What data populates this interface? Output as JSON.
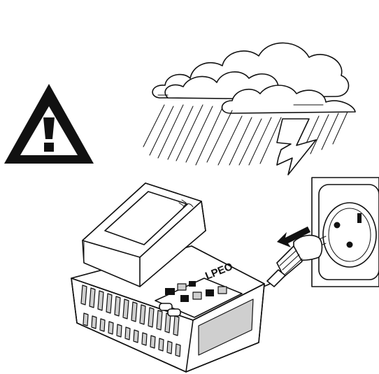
{
  "illustration": {
    "warning_icon": "warning-triangle-exclamation",
    "weather_icon": "storm-cloud-rain-lightning",
    "charger_brand": "LPEO",
    "arrow_icon": "unplug-arrow"
  }
}
